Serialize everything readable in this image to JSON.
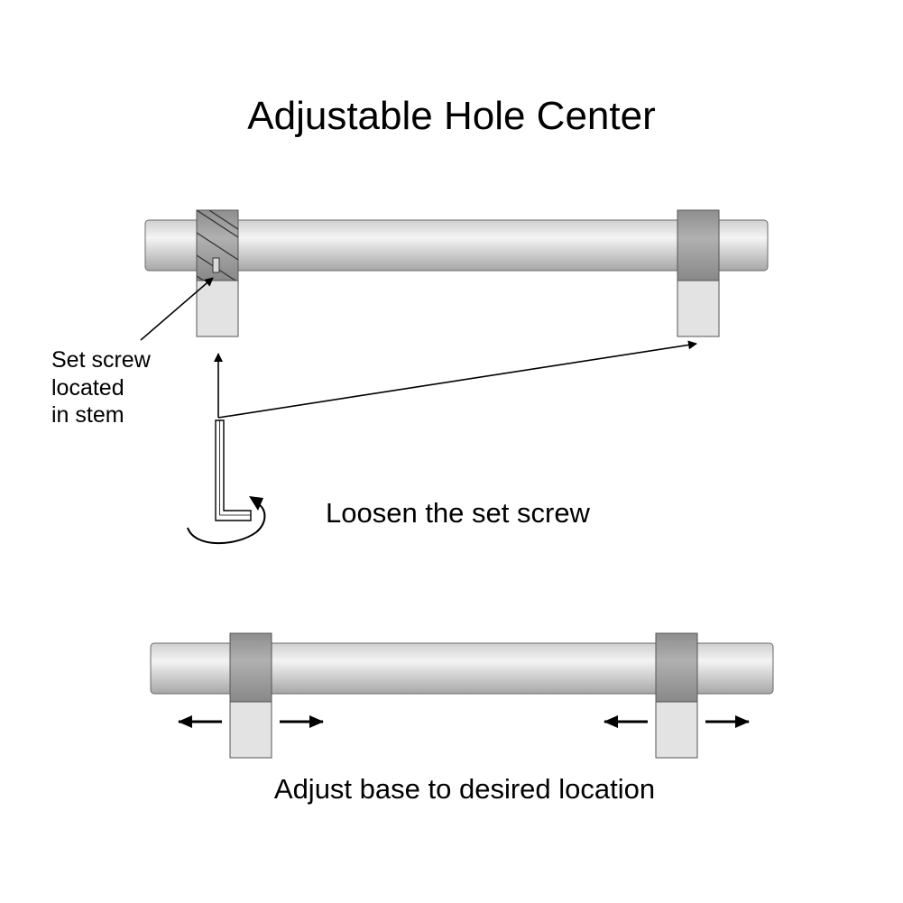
{
  "title": "Adjustable Hole Center",
  "callout": {
    "lines": [
      "Set screw",
      "located",
      "in stem"
    ]
  },
  "steps": {
    "loosen": "Loosen the set screw",
    "adjust": "Adjust base to desired location"
  },
  "colors": {
    "ink": "#000000",
    "bar_light": "#f2f2f2",
    "bar_dark": "#a9a9a9",
    "collar": "#9b9b9b",
    "stem": "#e3e3e3",
    "outline": "#555555"
  },
  "icons": {
    "tool": "hex-key-icon",
    "rotation": "curved-arrow-icon"
  }
}
